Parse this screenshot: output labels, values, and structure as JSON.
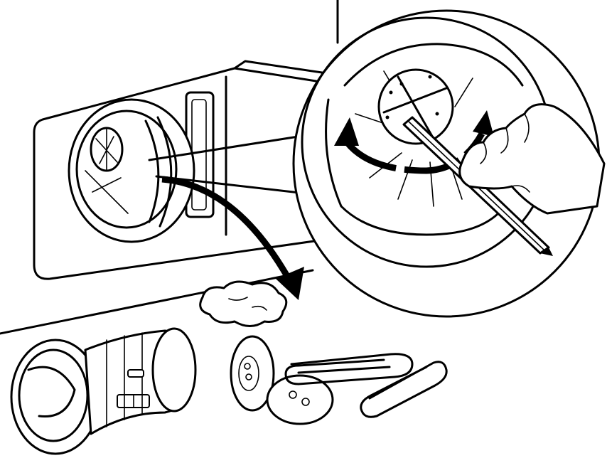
{
  "figure": {
    "style": "black line-art instructional illustration on white background",
    "colors": {
      "line": "#000000",
      "background": "#ffffff"
    },
    "components": [
      "washing-machine-front-panel",
      "filter-housing",
      "magnifier-detail-view",
      "filter-cap-slot-with-pencil",
      "counterclockwise-rotation-arrow",
      "hand-holding-pencil",
      "removal-arrow",
      "removed-drain-filter",
      "lint-cloud",
      "buttons",
      "paper-clips"
    ]
  }
}
